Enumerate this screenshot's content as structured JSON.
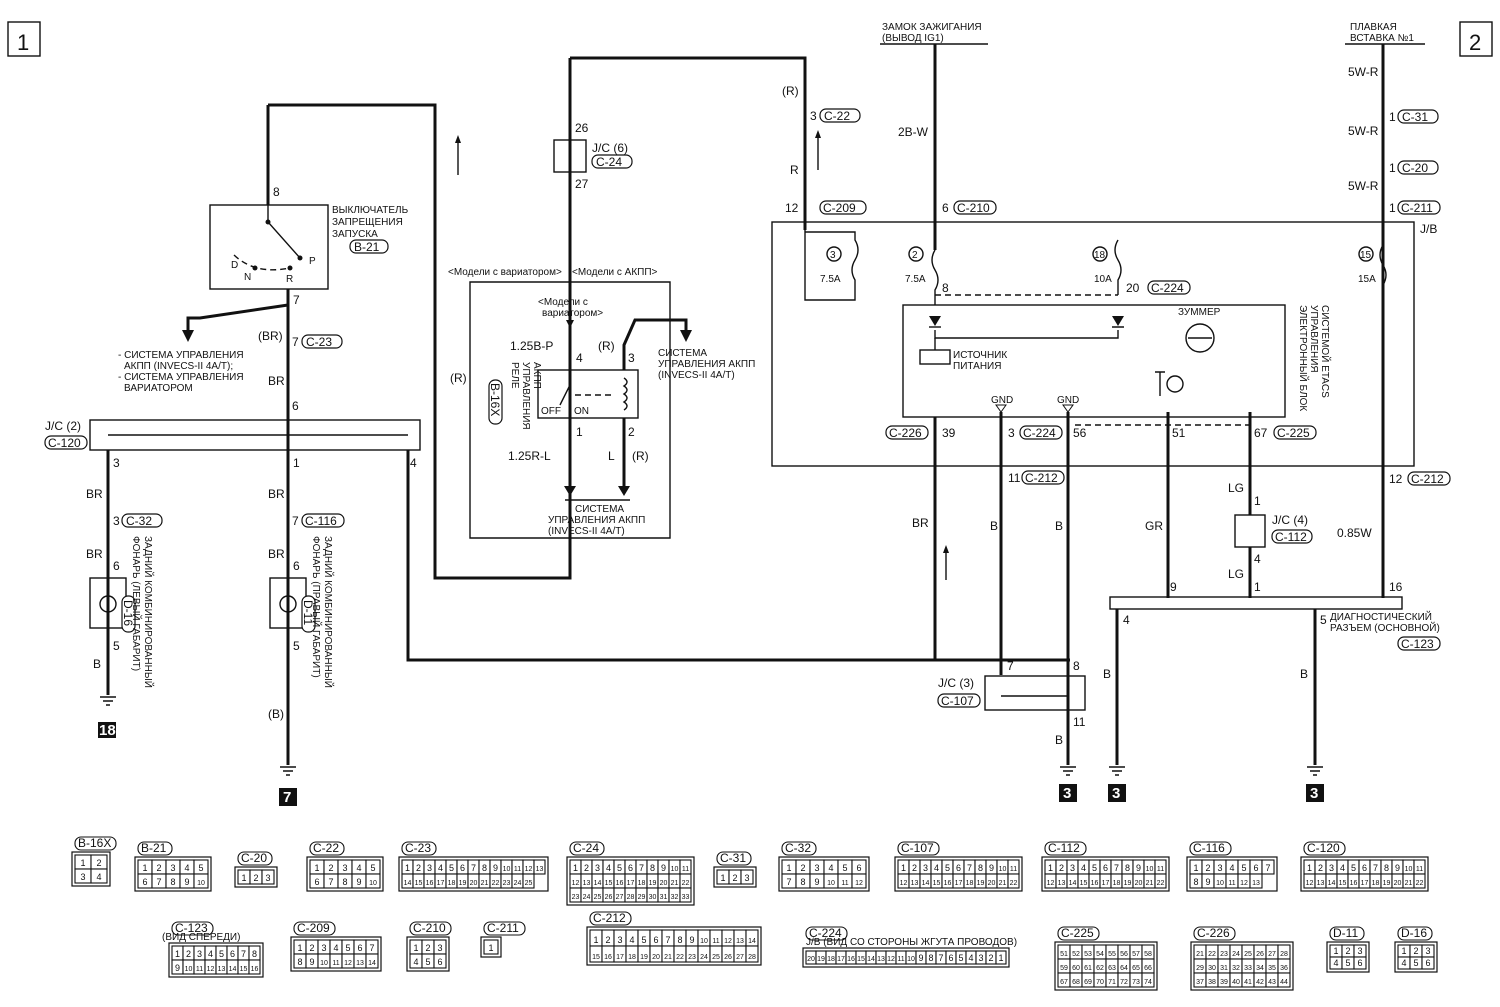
{
  "page_numbers": {
    "left": "1",
    "right": "2"
  },
  "top_labels": {
    "ignition": [
      "ЗАМОК ЗАЖИГАНИЯ",
      "(ВЫВОД IG1)"
    ],
    "fuse": [
      "ПЛАВКАЯ",
      "ВСТАВКА №1"
    ]
  },
  "inhibitor_switch": {
    "title": [
      "ВЫКЛЮЧАТЕЛЬ",
      "ЗАПРЕЩЕНИЯ",
      "ЗАПУСКА"
    ],
    "connector": "B-21",
    "positions": [
      "D",
      "N",
      "R",
      "P"
    ],
    "pin_top": "8",
    "pin_bottom": "7"
  },
  "left_systems": [
    "- СИСТЕМА УПРАВЛЕНИЯ",
    "АКПП (INVECS-II 4A/T);",
    "- СИСТЕМА УПРАВЛЕНИЯ",
    "ВАРИАТОРОМ"
  ],
  "wires": {
    "br_label": "(BR)",
    "br": "BR",
    "b": "B",
    "b_paren": "(B)",
    "r_paren": "(R)",
    "r": "R",
    "w_2b": "2B-W",
    "w_5wr": "5W-R",
    "w_125bp": "1.25B-P",
    "w_125rl": "1.25R-L",
    "l": "L",
    "gr": "GR",
    "lg": "LG",
    "w_085": "0.85W"
  },
  "jc2": {
    "label": "J/C (2)",
    "connector": "C-120",
    "pins": [
      "6",
      "3",
      "1",
      "4"
    ]
  },
  "jc6": {
    "label": "J/C (6)",
    "connector": "C-24",
    "pins": [
      "26",
      "27"
    ]
  },
  "jc4": {
    "label": "J/C (4)",
    "connector": "C-112",
    "pins": [
      "1",
      "4"
    ]
  },
  "jc3": {
    "label": "J/C (3)",
    "connector": "C-107",
    "pins": [
      "7",
      "8",
      "11"
    ]
  },
  "lamps": {
    "left": {
      "title": [
        "ЗАДНИЙ КОМБИНИРОВАННЫЙ",
        "ФОНАРЬ (ЛЕВЫЙ ГАБАРИТ)"
      ],
      "connector": "D-16",
      "pins": [
        "6",
        "5"
      ]
    },
    "right": {
      "title": [
        "ЗАДНИЙ КОМБИНИРОВАННЫЙ",
        "ФОНАРЬ (ПРАВЫЙ ГАБАРИТ)"
      ],
      "connector": "D-11",
      "pins": [
        "6",
        "5"
      ]
    }
  },
  "connectors_inline": {
    "c32": {
      "name": "C-32",
      "pin": "3"
    },
    "c116": {
      "name": "C-116",
      "pin": "7"
    },
    "c23": {
      "name": "C-23",
      "pin": "7"
    },
    "c22": {
      "name": "C-22",
      "pin": "3"
    },
    "c209": {
      "name": "C-209",
      "pin": "12"
    },
    "c210": {
      "name": "C-210",
      "pin": "6"
    },
    "c211": {
      "name": "C-211",
      "pin": "1"
    },
    "c31": {
      "name": "C-31",
      "pin": "1"
    },
    "c20": {
      "name": "C-20",
      "pin": "1"
    },
    "c224a": {
      "name": "C-224",
      "pin": "20"
    },
    "c224b": {
      "name": "C-224",
      "pin": "3"
    },
    "c226": {
      "name": "C-226",
      "pin": "39"
    },
    "c225": {
      "name": "C-225",
      "pin": "67"
    },
    "c212a": {
      "name": "C-212",
      "pin": "11"
    },
    "c212b": {
      "name": "C-212",
      "pin": "12"
    }
  },
  "relay": {
    "title": [
      "РЕЛЕ",
      "УПРАВЛЕНИЯ",
      "АКПП"
    ],
    "connector": "B-16X",
    "variants": [
      "<Модели с вариатором>",
      "<Модели с АКПП>"
    ],
    "variant_note": [
      "<Модели с",
      "вариатором>"
    ],
    "pins": [
      "4",
      "3",
      "1",
      "2"
    ],
    "off": "OFF",
    "on": "ON",
    "right_system": [
      "СИСТЕМА",
      "УПРАВЛЕНИЯ АКПП",
      "(INVECS-II 4A/T)"
    ],
    "bottom_system": [
      "СИСТЕМА",
      "УПРАВЛЕНИЯ АКПП",
      "(INVECS-II 4A/T)"
    ]
  },
  "jb": {
    "label": "J/B",
    "fuses": [
      {
        "num": "3",
        "rating": "7.5A"
      },
      {
        "num": "2",
        "rating": "7.5A"
      },
      {
        "num": "18",
        "rating": "10A"
      },
      {
        "num": "15",
        "rating": "15A"
      }
    ],
    "pin8": "8"
  },
  "etacs": {
    "title": [
      "ЭЛЕКТРОННЫЙ БЛОК",
      "УПРАВЛЕНИЯ",
      "СИСТЕМОЙ ETACS"
    ],
    "buzzer": "ЗУММЕР",
    "power": [
      "ИСТОЧНИК",
      "ПИТАНИЯ"
    ],
    "gnd": "GND",
    "pins": [
      "39",
      "3",
      "56",
      "51",
      "67"
    ]
  },
  "diag": {
    "title": [
      "ДИАГНОСТИЧЕСКИЙ",
      "РАЗЪЕМ (ОСНОВНОЙ)"
    ],
    "connector": "C-123",
    "pins": [
      "9",
      "1",
      "16",
      "4",
      "5"
    ]
  },
  "grounds": [
    "18",
    "7",
    "3",
    "3",
    "3"
  ],
  "connector_views": [
    {
      "name": "B-16X",
      "cells": [
        "1",
        "2",
        "3",
        "4"
      ]
    },
    {
      "name": "B-21",
      "cells": [
        "1",
        "2",
        "3",
        "4",
        "5",
        "6",
        "7",
        "8",
        "9",
        "10"
      ]
    },
    {
      "name": "C-20",
      "cells": [
        "1",
        "2",
        "3"
      ]
    },
    {
      "name": "C-22",
      "cells": [
        "1",
        "2",
        "3",
        "4",
        "5",
        "6",
        "7",
        "8",
        "9",
        "10"
      ]
    },
    {
      "name": "C-23",
      "cells": [
        "1",
        "2",
        "3",
        "4",
        "5",
        "6",
        "7",
        "8",
        "9",
        "10",
        "11",
        "12",
        "13",
        "14",
        "15",
        "16",
        "17",
        "18",
        "19",
        "20",
        "21",
        "22",
        "23",
        "24",
        "25"
      ]
    },
    {
      "name": "C-24",
      "cells": [
        "1",
        "2",
        "3",
        "4",
        "5",
        "6",
        "7",
        "8",
        "9",
        "10",
        "11",
        "12",
        "13",
        "14",
        "15",
        "16",
        "17",
        "18",
        "19",
        "20",
        "21",
        "22",
        "23",
        "24",
        "25",
        "26",
        "27",
        "28",
        "29",
        "30",
        "31",
        "32",
        "33"
      ]
    },
    {
      "name": "C-31",
      "cells": [
        "1",
        "2",
        "3"
      ]
    },
    {
      "name": "C-32",
      "cells": [
        "1",
        "2",
        "3",
        "4",
        "5",
        "6",
        "7",
        "8",
        "9",
        "10",
        "11",
        "12"
      ]
    },
    {
      "name": "C-107",
      "cells": [
        "1",
        "2",
        "3",
        "4",
        "5",
        "6",
        "7",
        "8",
        "9",
        "10",
        "11",
        "12",
        "13",
        "14",
        "15",
        "16",
        "17",
        "18",
        "19",
        "20",
        "21",
        "22"
      ]
    },
    {
      "name": "C-112",
      "cells": [
        "1",
        "2",
        "3",
        "4",
        "5",
        "6",
        "7",
        "8",
        "9",
        "10",
        "11",
        "12",
        "13",
        "14",
        "15",
        "16",
        "17",
        "18",
        "19",
        "20",
        "21",
        "22"
      ]
    },
    {
      "name": "C-116",
      "cells": [
        "1",
        "2",
        "3",
        "4",
        "5",
        "6",
        "7",
        "8",
        "9",
        "10",
        "11",
        "12",
        "13"
      ]
    },
    {
      "name": "C-120",
      "cells": [
        "1",
        "2",
        "3",
        "4",
        "5",
        "6",
        "7",
        "8",
        "9",
        "10",
        "11",
        "12",
        "13",
        "14",
        "15",
        "16",
        "17",
        "18",
        "19",
        "20",
        "21",
        "22"
      ]
    },
    {
      "name": "C-123",
      "cells": [
        "1",
        "2",
        "3",
        "4",
        "5",
        "6",
        "7",
        "8",
        "9",
        "10",
        "11",
        "12",
        "13",
        "14",
        "15",
        "16"
      ],
      "note": "(ВИД СПЕРЕДИ)"
    },
    {
      "name": "C-209",
      "cells": [
        "1",
        "2",
        "3",
        "4",
        "5",
        "6",
        "7",
        "8",
        "9",
        "10",
        "11",
        "12",
        "13",
        "14"
      ]
    },
    {
      "name": "C-210",
      "cells": [
        "1",
        "2",
        "3",
        "4",
        "5",
        "6"
      ]
    },
    {
      "name": "C-211",
      "cells": [
        "1"
      ]
    },
    {
      "name": "C-212",
      "cells": [
        "1",
        "2",
        "3",
        "4",
        "5",
        "6",
        "7",
        "8",
        "9",
        "10",
        "11",
        "12",
        "13",
        "14",
        "15",
        "16",
        "17",
        "18",
        "19",
        "20",
        "21",
        "22",
        "23",
        "24",
        "25",
        "26",
        "27",
        "28"
      ]
    },
    {
      "name": "C-224",
      "cells": [
        "20",
        "19",
        "18",
        "17",
        "16",
        "15",
        "14",
        "13",
        "12",
        "11",
        "10",
        "9",
        "8",
        "7",
        "6",
        "5",
        "4",
        "3",
        "2",
        "1"
      ],
      "note": "J/B (ВИД СО СТОРОНЫ ЖГУТА ПРОВОДОВ)"
    },
    {
      "name": "C-225",
      "cells": [
        "51",
        "52",
        "53",
        "54",
        "55",
        "56",
        "57",
        "58",
        "59",
        "60",
        "61",
        "62",
        "63",
        "64",
        "65",
        "66",
        "67",
        "68",
        "69",
        "70",
        "71",
        "72",
        "73",
        "74"
      ]
    },
    {
      "name": "C-226",
      "cells": [
        "21",
        "22",
        "23",
        "24",
        "25",
        "26",
        "27",
        "28",
        "29",
        "30",
        "31",
        "32",
        "33",
        "34",
        "35",
        "36",
        "37",
        "38",
        "39",
        "40",
        "41",
        "42",
        "43",
        "44"
      ]
    },
    {
      "name": "D-11",
      "cells": [
        "1",
        "2",
        "3",
        "4",
        "5",
        "6"
      ]
    },
    {
      "name": "D-16",
      "cells": [
        "1",
        "2",
        "3",
        "4",
        "5",
        "6"
      ]
    }
  ]
}
